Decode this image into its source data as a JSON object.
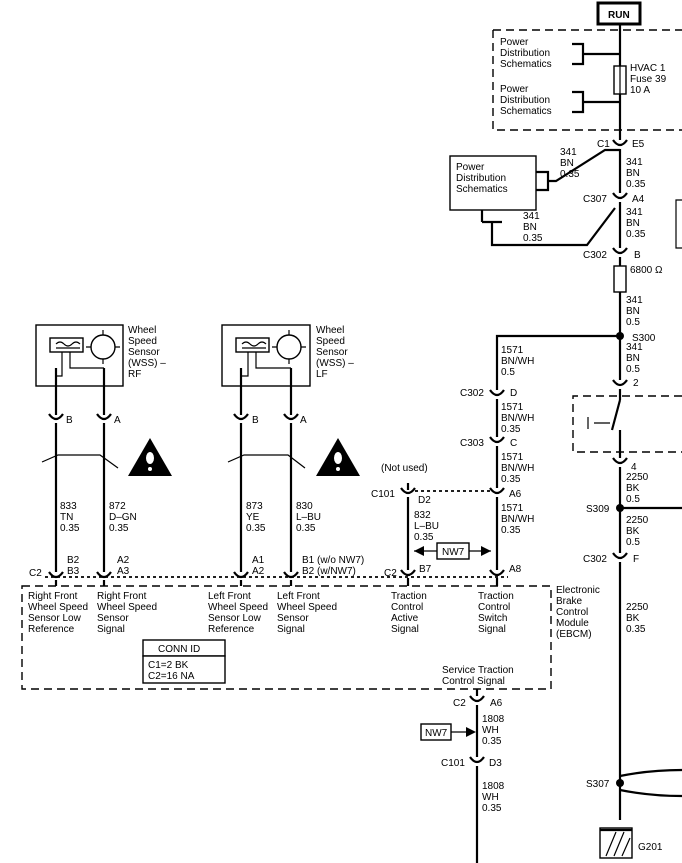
{
  "power": {
    "run": "RUN",
    "pds1": [
      "Power",
      "Distribution",
      "Schematics"
    ],
    "pds2": [
      "Power",
      "Distribution",
      "Schematics"
    ],
    "pds3": [
      "Power",
      "Distribution",
      "Schematics"
    ],
    "fuse": [
      "HVAC 1",
      "Fuse 39",
      "10 A"
    ]
  },
  "connectors": {
    "c1": "C1",
    "e5": "E5",
    "c307": "C307",
    "a4": "A4",
    "c302a": "C302",
    "b": "B",
    "s300": "S300",
    "pin2": "2",
    "pin4": "4",
    "s309": "S309",
    "c302b": "C302",
    "f": "F",
    "s307": "S307",
    "g201": "G201",
    "c302c": "C302",
    "d": "D",
    "c303": "C303",
    "c": "C",
    "c101a": "C101",
    "d2": "D2",
    "a6a": "A6",
    "c2b": "C2",
    "b7": "B7",
    "a8": "A8",
    "c2a": "C2",
    "b2": "B2",
    "b3": "B3",
    "a2": "A2",
    "a3": "A3",
    "a1": "A1",
    "a2b": "A2",
    "b1nw7": "B1 (w/o NW7)",
    "b2nw7": "B2 (w/NW7)",
    "c2c": "C2",
    "a6b": "A6",
    "c101b": "C101",
    "d3": "D3",
    "rfb": "B",
    "rfa": "A",
    "lfb": "B",
    "lfa": "A"
  },
  "wires": {
    "w341a": [
      "341",
      "BN",
      "0.35"
    ],
    "w341b": [
      "341",
      "BN",
      "0.35"
    ],
    "w341c": [
      "341",
      "BN",
      "0.35"
    ],
    "w341d": [
      "341",
      "BN",
      "0.35"
    ],
    "w341e": [
      "341",
      "BN",
      "0.5"
    ],
    "w341f": [
      "341",
      "BN",
      "0.5"
    ],
    "w1571a": [
      "1571",
      "BN/WH",
      "0.5"
    ],
    "w1571b": [
      "1571",
      "BN/WH",
      "0.35"
    ],
    "w1571c": [
      "1571",
      "BN/WH",
      "0.35"
    ],
    "w1571d": [
      "1571",
      "BN/WH",
      "0.35"
    ],
    "w2250a": [
      "2250",
      "BK",
      "0.5"
    ],
    "w2250b": [
      "2250",
      "BK",
      "0.5"
    ],
    "w2250c": [
      "2250",
      "BK",
      "0.35"
    ],
    "w833": [
      "833",
      "TN",
      "0.35"
    ],
    "w872": [
      "872",
      "D–GN",
      "0.35"
    ],
    "w873": [
      "873",
      "YE",
      "0.35"
    ],
    "w830": [
      "830",
      "L–BU",
      "0.35"
    ],
    "w832": [
      "832",
      "L–BU",
      "0.35"
    ],
    "w1808a": [
      "1808",
      "WH",
      "0.35"
    ],
    "w1808b": [
      "1808",
      "WH",
      "0.35"
    ]
  },
  "components": {
    "resistor": "6800 Ω",
    "not_used": "(Not used)",
    "nw7a": "NW7",
    "nw7b": "NW7",
    "wss_rf": [
      "Wheel",
      "Speed",
      "Sensor",
      "(WSS) –",
      "RF"
    ],
    "wss_lf": [
      "Wheel",
      "Speed",
      "Sensor",
      "(WSS) –",
      "LF"
    ],
    "ebcm": [
      "Electronic",
      "Brake",
      "Control",
      "Module",
      "(EBCM)"
    ],
    "conn_id_title": "CONN ID",
    "conn_id": [
      "C1=2 BK",
      "C2=16 NA"
    ]
  },
  "signals": {
    "rf_low": [
      "Right Front",
      "Wheel Speed",
      "Sensor Low",
      "Reference"
    ],
    "rf_sig": [
      "Right Front",
      "Wheel Speed",
      "Sensor",
      "Signal"
    ],
    "lf_low": [
      "Left Front",
      "Wheel Speed",
      "Sensor Low",
      "Reference"
    ],
    "lf_sig": [
      "Left Front",
      "Wheel Speed",
      "Sensor",
      "Signal"
    ],
    "tc_active": [
      "Traction",
      "Control",
      "Active",
      "Signal"
    ],
    "tc_switch": [
      "Traction",
      "Control",
      "Switch",
      "Signal"
    ],
    "service_tc": [
      "Service Traction",
      "Control Signal"
    ]
  }
}
